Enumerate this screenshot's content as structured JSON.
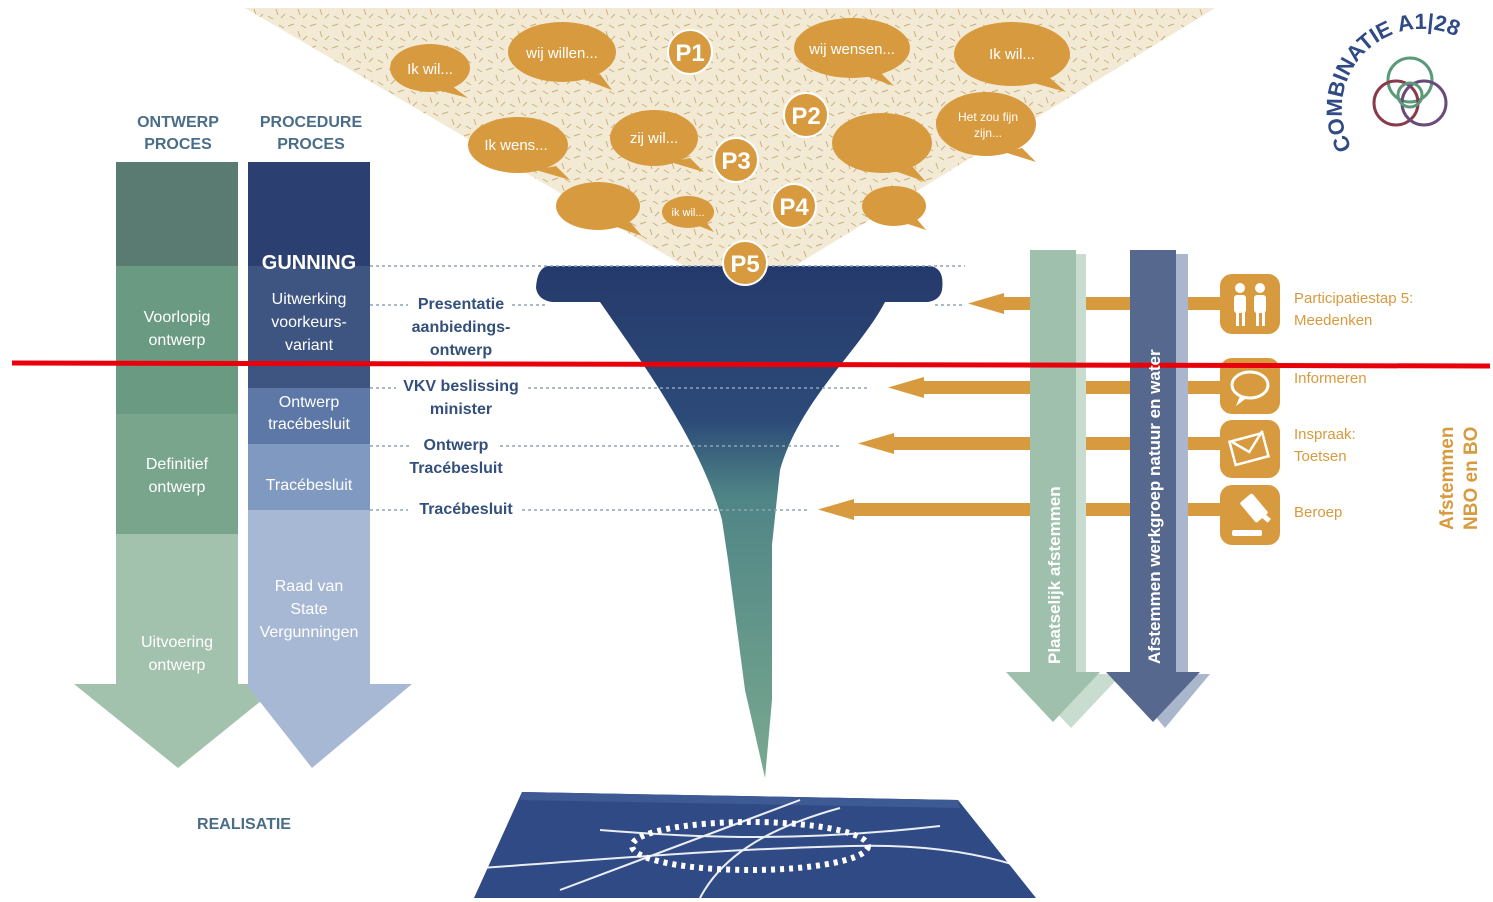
{
  "headers": {
    "ontwerp": "ONTWERP\nPROCES",
    "procedure": "PROCEDURE\nPROCES"
  },
  "ontwerp_steps": [
    "Voorlopig\nontwerp",
    "Definitief\nontwerp",
    "Uitvoering\nontwerp"
  ],
  "procedure_steps": {
    "gunning": "GUNNING",
    "uitwerking": "Uitwerking\nvoorkeurs-\nvariant",
    "ontwerp_tracebesluit": "Ontwerp\ntracébesluit",
    "tracebesluit": "Tracébesluit",
    "raad": "Raad van\nState\nVergunningen"
  },
  "milestones": [
    "Presentatie\naanbiedings-\nontwerp",
    "VKV beslissing\nminister",
    "Ontwerp\nTracébesluit",
    "Tracébesluit"
  ],
  "realisatie": "REALISATIE",
  "bubbles": [
    "Ik wil...",
    "wij willen...",
    "wij wensen...",
    "Ik wil...",
    "Ik wens...",
    "zij wil...",
    "Het zou fijn\nzijn...",
    "ik wil..."
  ],
  "participation_marks": [
    "P1",
    "P2",
    "P3",
    "P4",
    "P5"
  ],
  "vertical_arrows": [
    "Plaatselijk afstemmen",
    "Afstemmen werkgroep natuur en water"
  ],
  "participation_steps": [
    "Participatiestap 5:\nMeedenken",
    "Informeren",
    "Inspraak:\nToetsen",
    "Beroep"
  ],
  "afstemmen": "Afstemmen\nNBO en BO",
  "logo_text": "COMBINATIE A1|28",
  "icons": [
    "people-icon",
    "speech-bubble-icon",
    "envelope-icon",
    "gavel-icon"
  ],
  "colors": {
    "orange": "#d89a3e",
    "navy": "#2b3f70",
    "green": "#7aa98f",
    "red_line": "#e8000b",
    "label_blue": "#4a6d88"
  }
}
